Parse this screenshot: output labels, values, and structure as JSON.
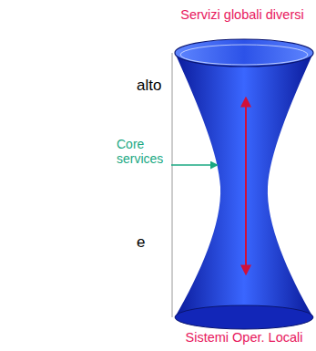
{
  "diagram": {
    "labels": [
      "Servizi globali diversi",
      "alto",
      "Core services",
      "e",
      "Sistemi Oper. Locali"
    ]
  }
}
